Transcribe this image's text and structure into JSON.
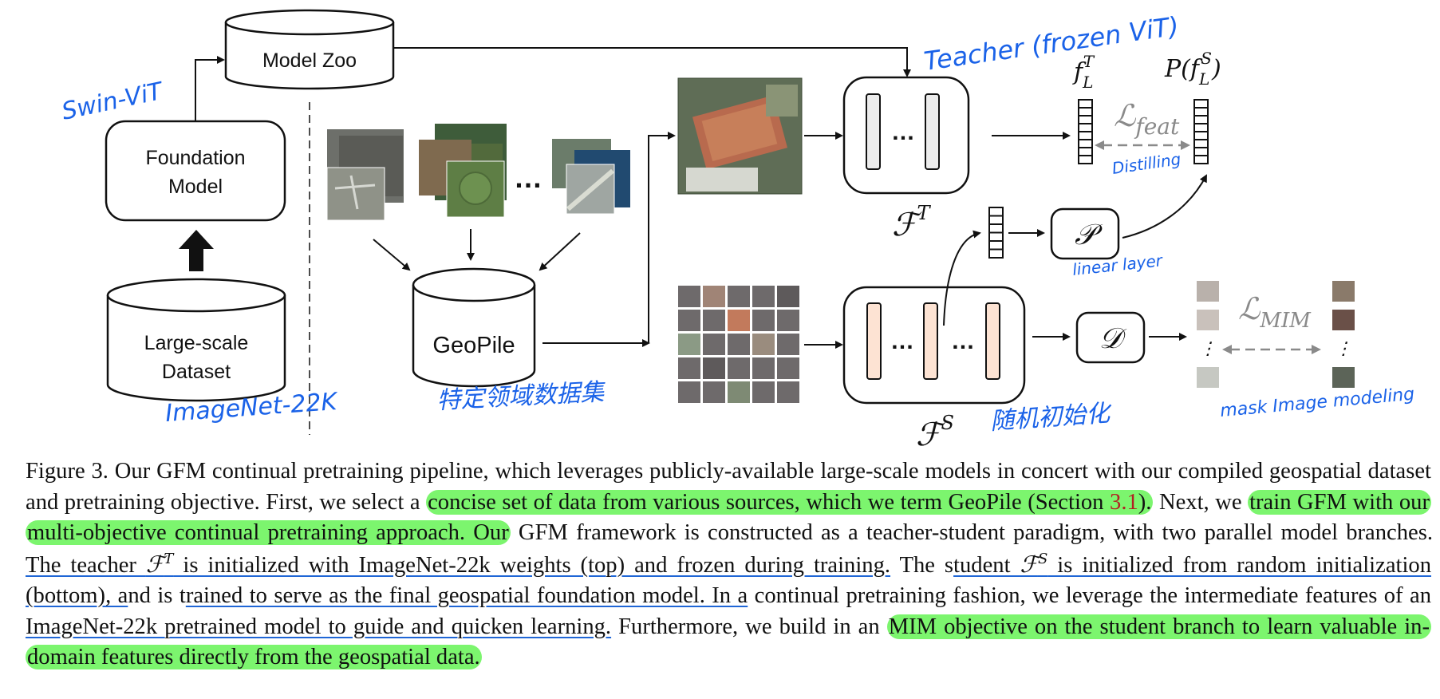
{
  "figure": {
    "cylinders": {
      "model_zoo": "Model Zoo",
      "dataset_line1": "Large-scale",
      "dataset_line2": "Dataset",
      "geopile": "GeoPile"
    },
    "boxes": {
      "foundation_line1": "Foundation",
      "foundation_line2": "Model",
      "projector": "𝒫",
      "decoder": "𝒟"
    },
    "ellipsis": "…",
    "labels": {
      "teacher_symbol": "ℱ",
      "teacher_sup": "T",
      "student_symbol": "ℱ",
      "student_sup": "S",
      "feat_teacher": "f",
      "feat_teacher_sub": "L",
      "feat_teacher_sup": "T",
      "pred": "P(f",
      "pred_sub": "L",
      "pred_sup": "S",
      "pred_close": ")",
      "loss_feat": "ℒ",
      "loss_feat_sub": "feat",
      "loss_mim": "ℒ",
      "loss_mim_sub": "MIM"
    },
    "annotations": {
      "swin": "Swin-ViT",
      "imagenet": "ImageNet-22K",
      "teacher": "Teacher (frozen ViT)",
      "distilling": "Distilling",
      "linear": "linear layer",
      "geopile_cn": "特定领域数据集",
      "student_cn": "随机初始化",
      "mim": "mask Image modeling"
    },
    "colors": {
      "annotation_blue": "#1a62e8",
      "student_block": "#fde3d3",
      "teacher_block": "#ececec",
      "highlight_green": "#7cf56e"
    }
  },
  "caption": {
    "p1": "Figure 3. Our GFM continual pretraining pipeline, which leverages publicly-available large-scale models in concert with our compiled geospatial dataset and pretraining objective. First, we select a",
    "h1": "concise set of data from various sources, which we term GeoPile (Section",
    "h1_ref": "3.1",
    "h1_end": ").",
    "p2": " Next, we",
    "h2": "train GFM with our multi-objective continual pretraining approach. Our",
    "p3": " GFM framework is constructed as a teacher-student paradigm, with two parallel model branches.",
    "u1a": "The teacher ",
    "u1_sym": "ℱ",
    "u1_sup": "T",
    "u1b": " is initialized with ImageNet-22k weights (top) and frozen during training.",
    "p4": " The s",
    "u2a": "tudent ",
    "u2_sym": "ℱ",
    "u2_sup": "S",
    "u2b": " is initialized from random initialization (bottom), a",
    "p5": "nd is t",
    "u3": "rained to serve as the final geospatial foundation model.  In a",
    "p6": " continual pretraining fashion, we leverage the intermediate features of an",
    "u4": "ImageNet-22k pretrained model to guide and quicken learning.",
    "p7": " Furthermore, we build in an",
    "h3": "MIM objective on the student branch to learn valuable in-domain features directly from the geospatial data."
  }
}
